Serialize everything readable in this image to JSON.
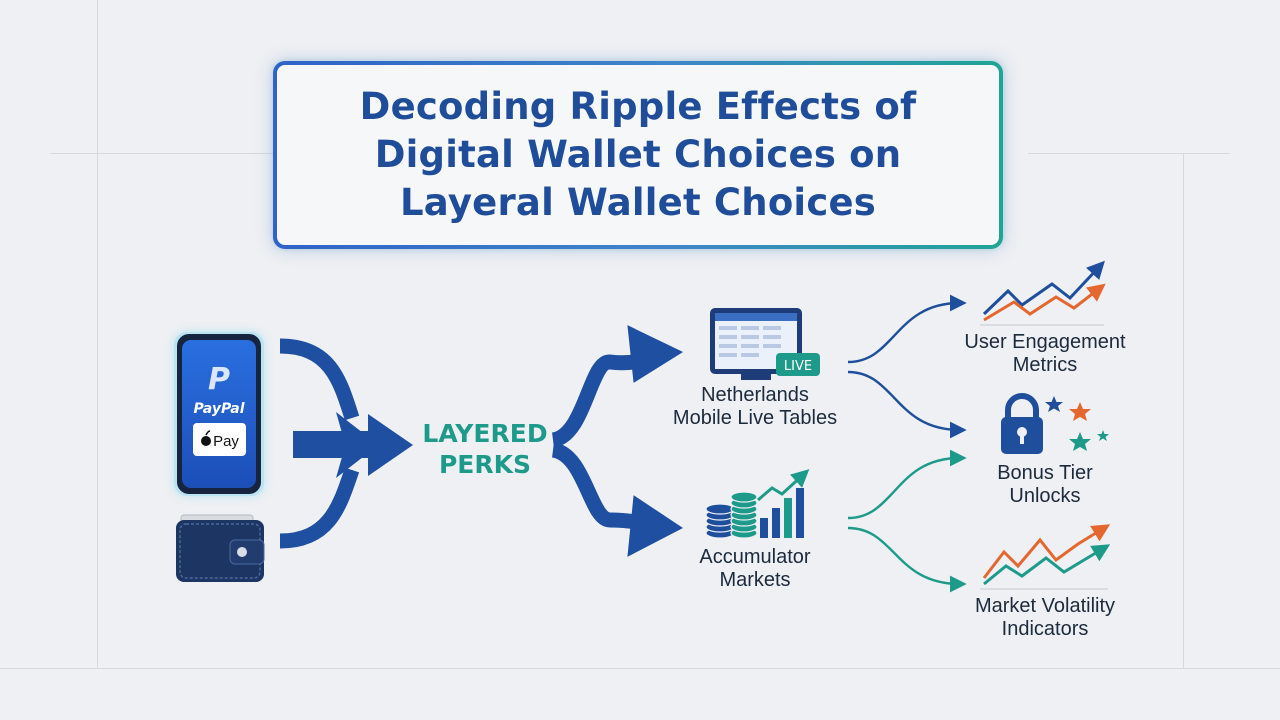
{
  "title": {
    "lines": [
      "Decoding Ripple Effects of",
      "Digital Wallet Choices on",
      "Layeral Wallet Choices"
    ]
  },
  "phone": {
    "paypal_logo": "P",
    "paypal_label": "PayPal",
    "applepay_label": "Pay"
  },
  "center": {
    "lines": [
      "LAYERED",
      "PERKS"
    ]
  },
  "branches": {
    "netherlands": {
      "badge": "LIVE",
      "lines": [
        "Netherlands",
        "Mobile Live Tables"
      ]
    },
    "accumulator": {
      "lines": [
        "Accumulator",
        "Markets"
      ]
    }
  },
  "outcomes": {
    "engagement": {
      "lines": [
        "User Engagement",
        "Metrics"
      ]
    },
    "bonus": {
      "lines": [
        "Bonus Tier",
        "Unlocks"
      ]
    },
    "volatility": {
      "lines": [
        "Market Volatility",
        "Indicators"
      ]
    }
  },
  "colors": {
    "navy": "#1f4e9c",
    "teal": "#1e9a8b",
    "orange": "#e4672f",
    "background": "#eef0f3"
  },
  "icons": [
    "smartphone-icon",
    "paypal-icon",
    "apple-pay-icon",
    "wallet-icon",
    "live-table-monitor-icon",
    "coin-stack-icon",
    "bar-chart-icon",
    "trend-line-icon",
    "padlock-icon",
    "star-icon"
  ]
}
